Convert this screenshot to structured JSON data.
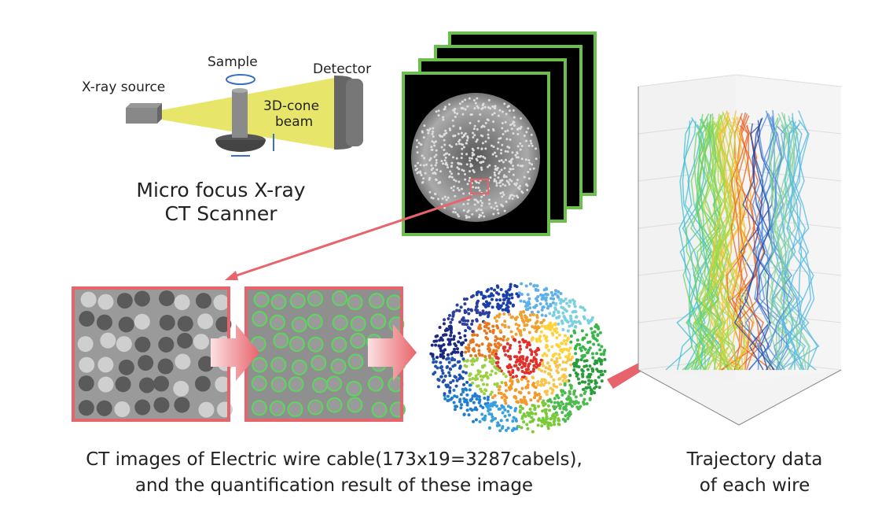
{
  "scanner": {
    "source_label": "X-ray source",
    "sample_label": "Sample",
    "detector_label": "Detector",
    "beam_label_line1": "3D-cone",
    "beam_label_line2": "beam",
    "caption_line1": "Micro focus X-ray",
    "caption_line2": "CT Scanner"
  },
  "captions": {
    "ct_line1": "CT images of Electric wire cable(173x19=3287cabels),",
    "ct_line2": "and the quantification result of these image",
    "traj_line1": "Trajectory data",
    "traj_line2": "of each wire"
  },
  "colors": {
    "frame_green": "#6cbf4c",
    "highlight_red": "#e8646c",
    "beam_yellow": "#e6e35a",
    "arrow_blue": "#3a6fc4"
  }
}
